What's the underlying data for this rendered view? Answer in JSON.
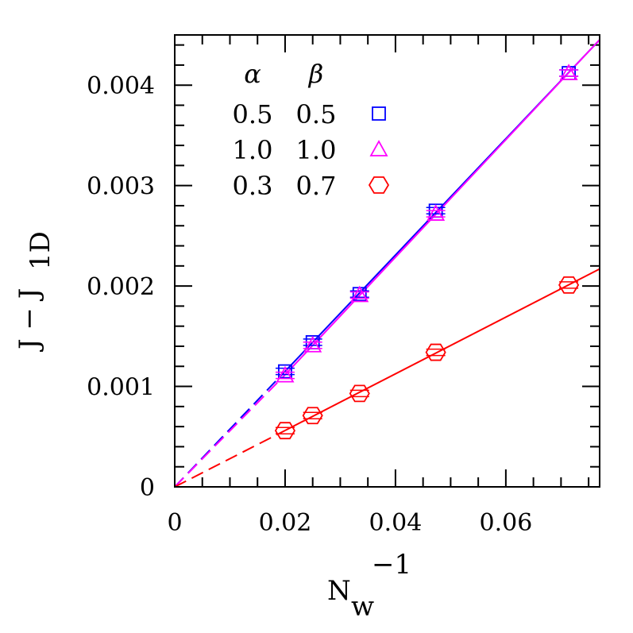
{
  "chart_data": {
    "type": "scatter",
    "title": "",
    "xlabel": "N_w^-1",
    "ylabel": "J - J_1D",
    "xlim": [
      0,
      0.077
    ],
    "ylim": [
      0,
      0.0045
    ],
    "x_ticks": [
      "0",
      "0.02",
      "0.04",
      "0.06"
    ],
    "y_ticks": [
      "0",
      "0.001",
      "0.002",
      "0.003",
      "0.004"
    ],
    "grid": false,
    "legend_position": "upper left",
    "legend_header": {
      "alpha": "α",
      "beta": "β"
    },
    "series": [
      {
        "name": "α=0.5 β=0.5",
        "alpha": "0.5",
        "beta": "0.5",
        "marker": "square",
        "color": "#0000ff",
        "x": [
          0.02,
          0.025,
          0.0335,
          0.0473,
          0.0714
        ],
        "y": [
          0.00115,
          0.00144,
          0.00192,
          0.00275,
          0.00412
        ],
        "fit": "linear, dashed extrapolation to origin"
      },
      {
        "name": "α=1.0 β=1.0",
        "alpha": "1.0",
        "beta": "1.0",
        "marker": "triangle",
        "color": "#ff00ff",
        "x": [
          0.02,
          0.025,
          0.0335,
          0.0473,
          0.0714
        ],
        "y": [
          0.00111,
          0.00141,
          0.00191,
          0.00272,
          0.00412
        ],
        "fit": "linear, dashed extrapolation to origin"
      },
      {
        "name": "α=0.3 β=0.7",
        "alpha": "0.3",
        "beta": "0.7",
        "marker": "hexagon",
        "color": "#ff0000",
        "x": [
          0.02,
          0.025,
          0.0335,
          0.0473,
          0.0714
        ],
        "y": [
          0.00056,
          0.00071,
          0.00093,
          0.00134,
          0.00201
        ],
        "fit": "linear, dashed extrapolation to origin"
      }
    ]
  },
  "labels": {
    "xlabel_main": "N",
    "xlabel_sub": "w",
    "xlabel_sup": "−1",
    "ylabel_main": "J − J",
    "ylabel_sub": "1D"
  }
}
